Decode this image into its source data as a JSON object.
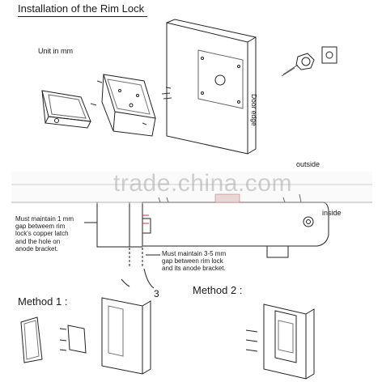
{
  "title": "Installation of the Rim Lock",
  "unit_note": "Unit in mm",
  "door_edge_label": "Door edge",
  "outside_label": "outside",
  "inside_label": "inside",
  "note_1": "Must maintain 1 mm\ngap betweem rim\nlock's copper latch\nand the hole on\nanode bracket.",
  "note_2": "Must maintain 3-5 mm\ngap between rim lock\nand its anode bracket.",
  "gap_number": "3",
  "method_1_label": "Method 1 :",
  "method_2_label": "Method 2 :",
  "watermark": "trade.china.com"
}
